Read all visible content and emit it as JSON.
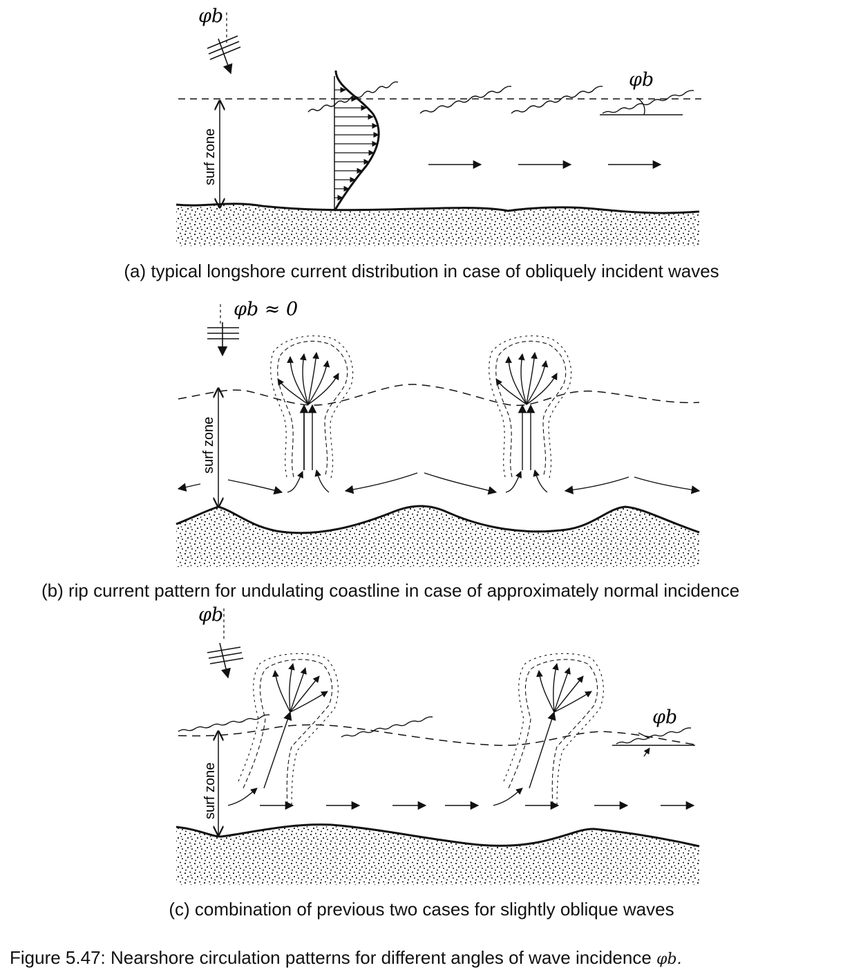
{
  "panel_a": {
    "caption": "(a) typical longshore current distribution in case of obliquely incident waves",
    "angle_symbol": "φb",
    "surf_zone_label": "surf zone"
  },
  "panel_b": {
    "caption": "(b) rip current pattern for undulating coastline in case of approximately normal incidence",
    "angle_symbol": "φb ≈ 0",
    "surf_zone_label": "surf zone"
  },
  "panel_c": {
    "caption": "(c) combination of previous two cases for slightly oblique waves",
    "angle_symbol": "φb",
    "surf_zone_label": "surf zone"
  },
  "figure_caption": {
    "text": "Figure 5.47: Nearshore circulation patterns for different angles of wave incidence ",
    "symbol": "φb."
  }
}
